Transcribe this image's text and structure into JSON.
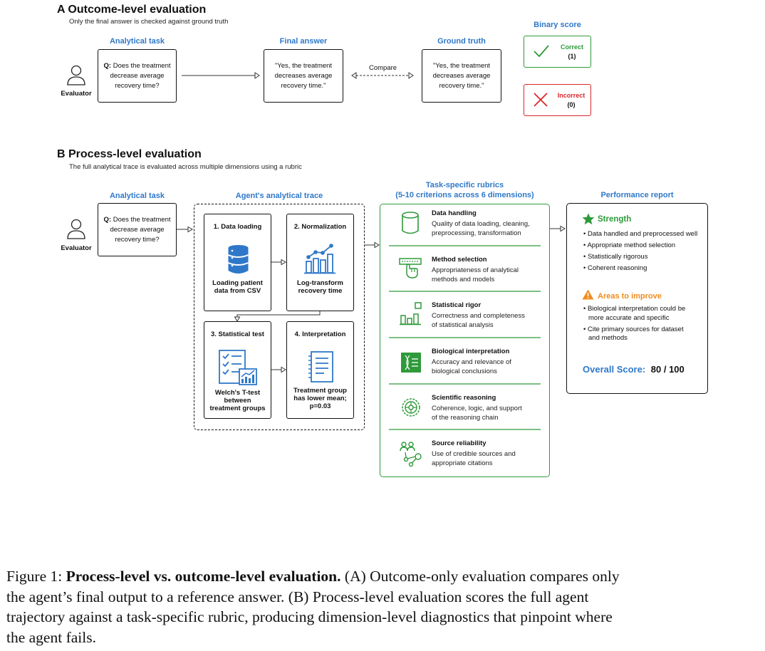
{
  "panel_a": {
    "heading": "A  Outcome-level evaluation",
    "subtitle": "Only the final answer is checked against ground truth",
    "analytical_task_label": "Analytical task",
    "question_prefix": "Q:",
    "question_line1": "Does the treatment",
    "question_line2": "decrease average",
    "question_line3": "recovery time?",
    "evaluator_label": "Evaluator",
    "final_answer_label": "Final answer",
    "final_answer_line1": "\"Yes, the treatment",
    "final_answer_line2": "decreases average",
    "final_answer_line3": "recovery time.\"",
    "compare_label": "Compare",
    "ground_truth_label": "Ground truth",
    "ground_truth_line1": "\"Yes, the treatment",
    "ground_truth_line2": "decreases average",
    "ground_truth_line3": "recovery time.\"",
    "binary_score_label": "Binary score",
    "correct_label": "Correct",
    "correct_value": "(1)",
    "incorrect_label": "Incorrect",
    "incorrect_value": "(0)"
  },
  "panel_b": {
    "heading": "B  Process-level evaluation",
    "subtitle": "The full analytical trace is evaluated across multiple dimensions using a rubric",
    "analytical_task_label": "Analytical task",
    "question_prefix": "Q:",
    "question_line1": "Does the treatment",
    "question_line2": "decrease average",
    "question_line3": "recovery time?",
    "evaluator_label": "Evaluator",
    "trace_label": "Agent's analytical trace",
    "steps": [
      {
        "title": "1. Data loading",
        "cap1": "Loading patient",
        "cap2": "data from CSV",
        "cap3": ""
      },
      {
        "title": "2. Normalization",
        "cap1": "Log-transform",
        "cap2": "recovery time",
        "cap3": ""
      },
      {
        "title": "3. Statistical test",
        "cap1": "Welch's T-test",
        "cap2": "between",
        "cap3": "treatment groups"
      },
      {
        "title": "4. Interpretation",
        "cap1": "Treatment group",
        "cap2": "has lower mean;",
        "cap3": "p=0.03"
      }
    ],
    "rubrics_label_line1": "Task-specific rubrics",
    "rubrics_label_line2": "(5-10 criterions across 6 dimensions)",
    "rubrics": [
      {
        "title": "Data handling",
        "desc1": "Quality of data loading, cleaning,",
        "desc2": "preprocessing, transformation",
        "icon": "cylinder-icon"
      },
      {
        "title": "Method selection",
        "desc1": "Appropriateness of analytical",
        "desc2": "methods and models",
        "icon": "hand-pointer-icon"
      },
      {
        "title": "Statistical rigor",
        "desc1": "Correctness and completeness",
        "desc2": "of statistical analysis",
        "icon": "bar-chart-icon"
      },
      {
        "title": "Biological interpretation",
        "desc1": "Accuracy and relevance of",
        "desc2": "biological conclusions",
        "icon": "dna-icon"
      },
      {
        "title": "Scientific reasoning",
        "desc1": "Coherence, logic, and support",
        "desc2": "of the reasoning chain",
        "icon": "brain-gear-icon"
      },
      {
        "title": "Source reliability",
        "desc1": "Use of credible sources and",
        "desc2": "appropriate citations",
        "icon": "network-people-icon"
      }
    ],
    "report_label": "Performance report",
    "strength_label": "Strength",
    "strengths": [
      "Data handled and preprocessed well",
      "Appropriate method selection",
      "Statistically rigorous",
      "Coherent reasoning"
    ],
    "improve_label": "Areas to improve",
    "improvements": [
      {
        "line1": "Biological interpretation could be",
        "line2": "more accurate and specific"
      },
      {
        "line1": "Cite primary sources for dataset",
        "line2": "and methods"
      }
    ],
    "overall_label": "Overall Score:",
    "overall_value": "80 / 100"
  },
  "caption": {
    "prefix": "Figure 1: ",
    "bold": "Process-level vs. outcome-level evaluation.",
    "line1_rest": " (A) Outcome-only evaluation compares only",
    "line2": "the agent’s final output to a reference answer.  (B) Process-level evaluation scores the full agent",
    "line3": "trajectory against a task-specific rubric, producing dimension-level diagnostics that pinpoint where",
    "line4": "the agent fails."
  },
  "colors": {
    "accent_blue": "#2f78c9",
    "green": "#2e9a3a",
    "red": "#d9262b",
    "orange": "#f08c1e"
  }
}
